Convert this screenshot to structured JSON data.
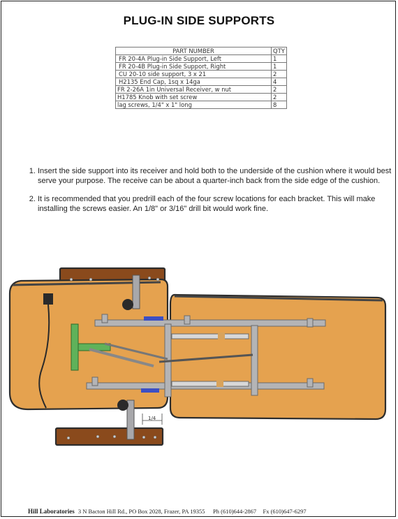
{
  "title": "PLUG-IN SIDE SUPPORTS",
  "parts_table": {
    "headers": {
      "part_number": "PART NUMBER",
      "qty": "QTY"
    },
    "rows": [
      {
        "desc": "FR 20-4A  Plug-in Side Support, Left",
        "qty": "1"
      },
      {
        "desc": "FR 20-4B  Plug-in Side Support, Right",
        "qty": "1"
      },
      {
        "desc": "CU 20-10   side support, 3 x 21",
        "qty": "2"
      },
      {
        "desc": "H2135 End Cap, 1sq x 14ga",
        "qty": "4"
      },
      {
        "desc": "FR 2-26A  1in Universal Receiver, w nut",
        "qty": "2"
      },
      {
        "desc": "H1785  Knob with set screw",
        "qty": "2"
      },
      {
        "desc": "lag screws, 1/4\" x 1\" long",
        "qty": "8"
      }
    ]
  },
  "instructions": [
    "Insert the side support into its receiver and hold both to the underside of the cushion where it would best serve your purpose.   The receive can be about a quarter-inch back from the side edge of the cushion.",
    "It is recommended that you predrill each of the four screw locations for each bracket.  This will make installing the screws easier.   An 1/8\" or 3/16\" drill bit would work fine."
  ],
  "drawing": {
    "dimension_label": "1/4",
    "colors": {
      "wood": "#e5a24f",
      "wood_edge": "#2d2d2d",
      "board": "#8a4a1c",
      "steel": "#a8a8ab",
      "green_bracket": "#5fb25a",
      "blue_receiver": "#3c4fc4"
    }
  },
  "footer": {
    "company": "Hill Laboratories",
    "address": "3 N Bacton Hill Rd., PO Box 2028, Frazer, PA 19355",
    "phone": "Ph (610)644-2867",
    "fax": "Fx (610)647-6297"
  }
}
